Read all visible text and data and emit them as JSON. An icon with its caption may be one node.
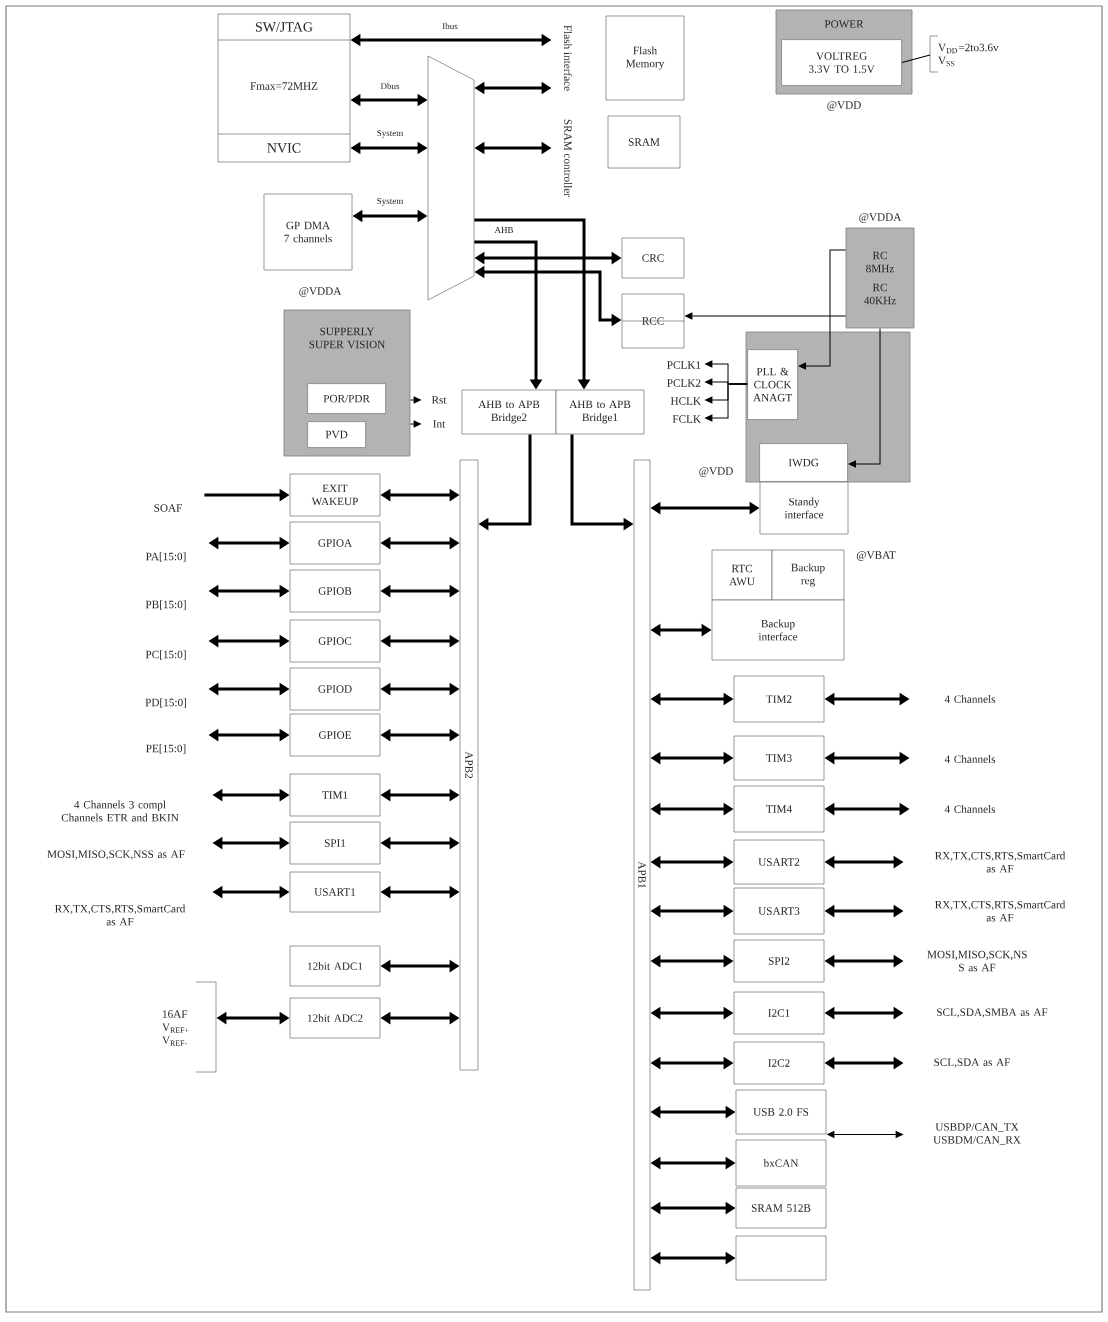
{
  "diagram": {
    "nodes": [
      {
        "text": [
          "SW/JTAG",
          "Fmax=72MHZ",
          "NVIC"
        ]
      },
      {
        "text": [],
        "shape": "trapezoid"
      },
      {
        "text": [
          "Flash interface"
        ]
      },
      {
        "text": [
          "Flash Memory"
        ]
      },
      {
        "text": [
          "SRAM controller"
        ]
      },
      {
        "text": [
          "SRAM"
        ]
      },
      {
        "text": [
          "POWER"
        ],
        "beside": [
          "@VDD"
        ]
      },
      {
        "text": [
          "VOLTREG 3.3V TO 1.5V"
        ],
        "in": 6
      },
      {
        "text": [
          "V$_{DD}$=2to3.6v",
          "V$_{SS}$"
        ]
      },
      {
        "text": [
          "GP DMA 7 channels"
        ]
      },
      {
        "text": [
          "CRC"
        ]
      },
      {
        "text": [
          "RCC"
        ]
      },
      {
        "text": [
          "RC 8MHz",
          "RC 40KHz"
        ],
        "beside": [
          "@VDDA"
        ]
      },
      {
        "text": [
          "SUPPERLY SUPER VISION"
        ],
        "beside": [
          "@VDDA"
        ]
      },
      {
        "text": [
          "POR/PDR"
        ],
        "in": 13
      },
      {
        "text": [
          "PVD"
        ],
        "in": 13
      },
      {
        "text": [
          "Rst"
        ]
      },
      {
        "text": [
          "Int"
        ]
      },
      {
        "text": [
          "AHB to APB Bridge2"
        ]
      },
      {
        "text": [
          "AHB to APB Bridge1"
        ]
      },
      {
        "text": [],
        "shape": "box",
        "beside": [
          "@VDD"
        ]
      },
      {
        "text": [
          "PLL & CLOCK ANAGT"
        ],
        "in": 20
      },
      {
        "text": [
          "IWDG"
        ],
        "in": 20
      },
      {
        "text": [
          "PCLK1"
        ]
      },
      {
        "text": [
          "PCLK2"
        ]
      },
      {
        "text": [
          "HCLK"
        ]
      },
      {
        "text": [
          "FCLK"
        ]
      },
      {
        "text": [
          "Standy interface"
        ]
      },
      {
        "text": [
          "APB2"
        ]
      },
      {
        "text": [
          "APB1"
        ]
      },
      {
        "text": [
          "RTC AWU"
        ]
      },
      {
        "text": [
          "Backup reg"
        ],
        "beside": [
          "@VBAT"
        ]
      },
      {
        "text": [
          "Backup interface"
        ]
      },
      {
        "text": [
          "SOAF"
        ]
      },
      {
        "text": [
          "EXIT WAKEUP"
        ]
      },
      {
        "text": [
          "PA[15:0]"
        ]
      },
      {
        "text": [
          "GPIOA"
        ]
      },
      {
        "text": [
          "PB[15:0]"
        ]
      },
      {
        "text": [
          "GPIOB"
        ]
      },
      {
        "text": [
          "PC[15:0]"
        ]
      },
      {
        "text": [
          "GPIOC"
        ]
      },
      {
        "text": [
          "PD[15:0]"
        ]
      },
      {
        "text": [
          "GPIOD"
        ]
      },
      {
        "text": [
          "PE[15:0]"
        ]
      },
      {
        "text": [
          "GPIOE"
        ]
      },
      {
        "text": [
          "4 Channels 3 compl Channels ETR and BKIN"
        ]
      },
      {
        "text": [
          "TIM1"
        ]
      },
      {
        "text": [
          "MOSI,MISO,SCK,NSS as AF"
        ]
      },
      {
        "text": [
          "SPI1"
        ]
      },
      {
        "text": [
          "RX,TX,CTS,RTS,SmartCard as AF"
        ]
      },
      {
        "text": [
          "USART1"
        ]
      },
      {
        "text": [
          "12bit ADC1"
        ]
      },
      {
        "text": [
          "16AF",
          "V$_{REF+}$",
          "V$_{REF-}$"
        ]
      },
      {
        "text": [
          "12bit ADC2"
        ]
      },
      {
        "text": [
          "TIM2"
        ]
      },
      {
        "text": [
          "4 Channels"
        ]
      },
      {
        "text": [
          "TIM3"
        ]
      },
      {
        "text": [
          "4 Channels"
        ]
      },
      {
        "text": [
          "TIM4"
        ]
      },
      {
        "text": [
          "4 Channels"
        ]
      },
      {
        "text": [
          "USART2"
        ]
      },
      {
        "text": [
          "RX,TX,CTS,RTS,SmartCard as AF"
        ]
      },
      {
        "text": [
          "USART3"
        ]
      },
      {
        "text": [
          "RX,TX,CTS,RTS,SmartCard as AF"
        ]
      },
      {
        "text": [
          "SPI2"
        ]
      },
      {
        "text": [
          "MOSI,MISO,SCK,NS S as AF"
        ]
      },
      {
        "text": [
          "I2C1"
        ]
      },
      {
        "text": [
          "SCL,SDA,SMBA as AF"
        ]
      },
      {
        "text": [
          "I2C2"
        ]
      },
      {
        "text": [
          "SCL,SDA as AF"
        ]
      },
      {
        "text": [
          "USB 2.0 FS"
        ]
      },
      {
        "text": [
          "bxCAN"
        ]
      },
      {
        "text": [
          "USBDP/CAN_TX USBDM/CAN_RX"
        ]
      },
      {
        "text": [
          "SRAM 512B"
        ]
      },
      {
        "text": [],
        "shape": "box"
      }
    ],
    "edges": [
      {
        "from": 0,
        "to": 2,
        "arrow": "both",
        "label": "Ibus"
      },
      {
        "from": 0,
        "to": 1,
        "arrow": "both",
        "label": "Dbus"
      },
      {
        "from": 0,
        "to": 1,
        "arrow": "both",
        "label": "System"
      },
      {
        "from": 9,
        "to": 1,
        "arrow": "both",
        "label": "System"
      },
      {
        "from": 1,
        "to": 2,
        "arrow": "both"
      },
      {
        "from": 1,
        "to": 4,
        "arrow": "both"
      },
      {
        "from": 1,
        "to": 18,
        "arrow": "to",
        "label": "AHB"
      },
      {
        "from": 1,
        "to": 19,
        "arrow": "to"
      },
      {
        "from": 1,
        "to": 10,
        "arrow": "both"
      },
      {
        "from": 1,
        "to": 11,
        "arrow": "both"
      },
      {
        "from": 7,
        "to": 8,
        "arrow": "none"
      },
      {
        "from": 12,
        "to": 11,
        "arrow": "to"
      },
      {
        "from": 12,
        "to": 21,
        "arrow": "to"
      },
      {
        "from": 12,
        "to": 22,
        "arrow": "to"
      },
      {
        "from": 21,
        "to": 23,
        "arrow": "to"
      },
      {
        "from": 21,
        "to": 24,
        "arrow": "to"
      },
      {
        "from": 21,
        "to": 25,
        "arrow": "to"
      },
      {
        "from": 21,
        "to": 26,
        "arrow": "to"
      },
      {
        "from": 13,
        "to": 16,
        "arrow": "to"
      },
      {
        "from": 13,
        "to": 17,
        "arrow": "to"
      },
      {
        "from": 18,
        "to": 28,
        "arrow": "to"
      },
      {
        "from": 19,
        "to": 29,
        "arrow": "to"
      },
      {
        "from": 29,
        "to": 27,
        "arrow": "both"
      },
      {
        "from": 29,
        "to": 32,
        "arrow": "both"
      },
      {
        "from": 33,
        "to": 34,
        "arrow": "to"
      },
      {
        "from": 34,
        "to": 28,
        "arrow": "both"
      },
      {
        "from": 35,
        "to": 36,
        "arrow": "both"
      },
      {
        "from": 36,
        "to": 28,
        "arrow": "both"
      },
      {
        "from": 37,
        "to": 38,
        "arrow": "both"
      },
      {
        "from": 38,
        "to": 28,
        "arrow": "both"
      },
      {
        "from": 39,
        "to": 40,
        "arrow": "both"
      },
      {
        "from": 40,
        "to": 28,
        "arrow": "both"
      },
      {
        "from": 41,
        "to": 42,
        "arrow": "both"
      },
      {
        "from": 42,
        "to": 28,
        "arrow": "both"
      },
      {
        "from": 43,
        "to": 44,
        "arrow": "both"
      },
      {
        "from": 44,
        "to": 28,
        "arrow": "both"
      },
      {
        "from": 45,
        "to": 46,
        "arrow": "both"
      },
      {
        "from": 46,
        "to": 28,
        "arrow": "both"
      },
      {
        "from": 47,
        "to": 48,
        "arrow": "both"
      },
      {
        "from": 48,
        "to": 28,
        "arrow": "both"
      },
      {
        "from": 49,
        "to": 50,
        "arrow": "both"
      },
      {
        "from": 50,
        "to": 28,
        "arrow": "both"
      },
      {
        "from": 51,
        "to": 28,
        "arrow": "both"
      },
      {
        "from": 52,
        "to": 53,
        "arrow": "both"
      },
      {
        "from": 53,
        "to": 28,
        "arrow": "both"
      },
      {
        "from": 29,
        "to": 54,
        "arrow": "both"
      },
      {
        "from": 54,
        "to": 55,
        "arrow": "both"
      },
      {
        "from": 29,
        "to": 56,
        "arrow": "both"
      },
      {
        "from": 56,
        "to": 57,
        "arrow": "both"
      },
      {
        "from": 29,
        "to": 58,
        "arrow": "both"
      },
      {
        "from": 58,
        "to": 59,
        "arrow": "both"
      },
      {
        "from": 29,
        "to": 60,
        "arrow": "both"
      },
      {
        "from": 60,
        "to": 61,
        "arrow": "both"
      },
      {
        "from": 29,
        "to": 62,
        "arrow": "both"
      },
      {
        "from": 62,
        "to": 63,
        "arrow": "both"
      },
      {
        "from": 29,
        "to": 64,
        "arrow": "both"
      },
      {
        "from": 64,
        "to": 65,
        "arrow": "both"
      },
      {
        "from": 29,
        "to": 66,
        "arrow": "both"
      },
      {
        "from": 66,
        "to": 67,
        "arrow": "both"
      },
      {
        "from": 29,
        "to": 68,
        "arrow": "both"
      },
      {
        "from": 68,
        "to": 69,
        "arrow": "both"
      },
      {
        "from": 29,
        "to": 70,
        "arrow": "both"
      },
      {
        "from": 29,
        "to": 71,
        "arrow": "both"
      },
      {
        "from": 70,
        "to": 72,
        "arrow": "both"
      },
      {
        "from": 29,
        "to": 73,
        "arrow": "both"
      },
      {
        "from": 29,
        "to": 74,
        "arrow": "both"
      }
    ]
  }
}
